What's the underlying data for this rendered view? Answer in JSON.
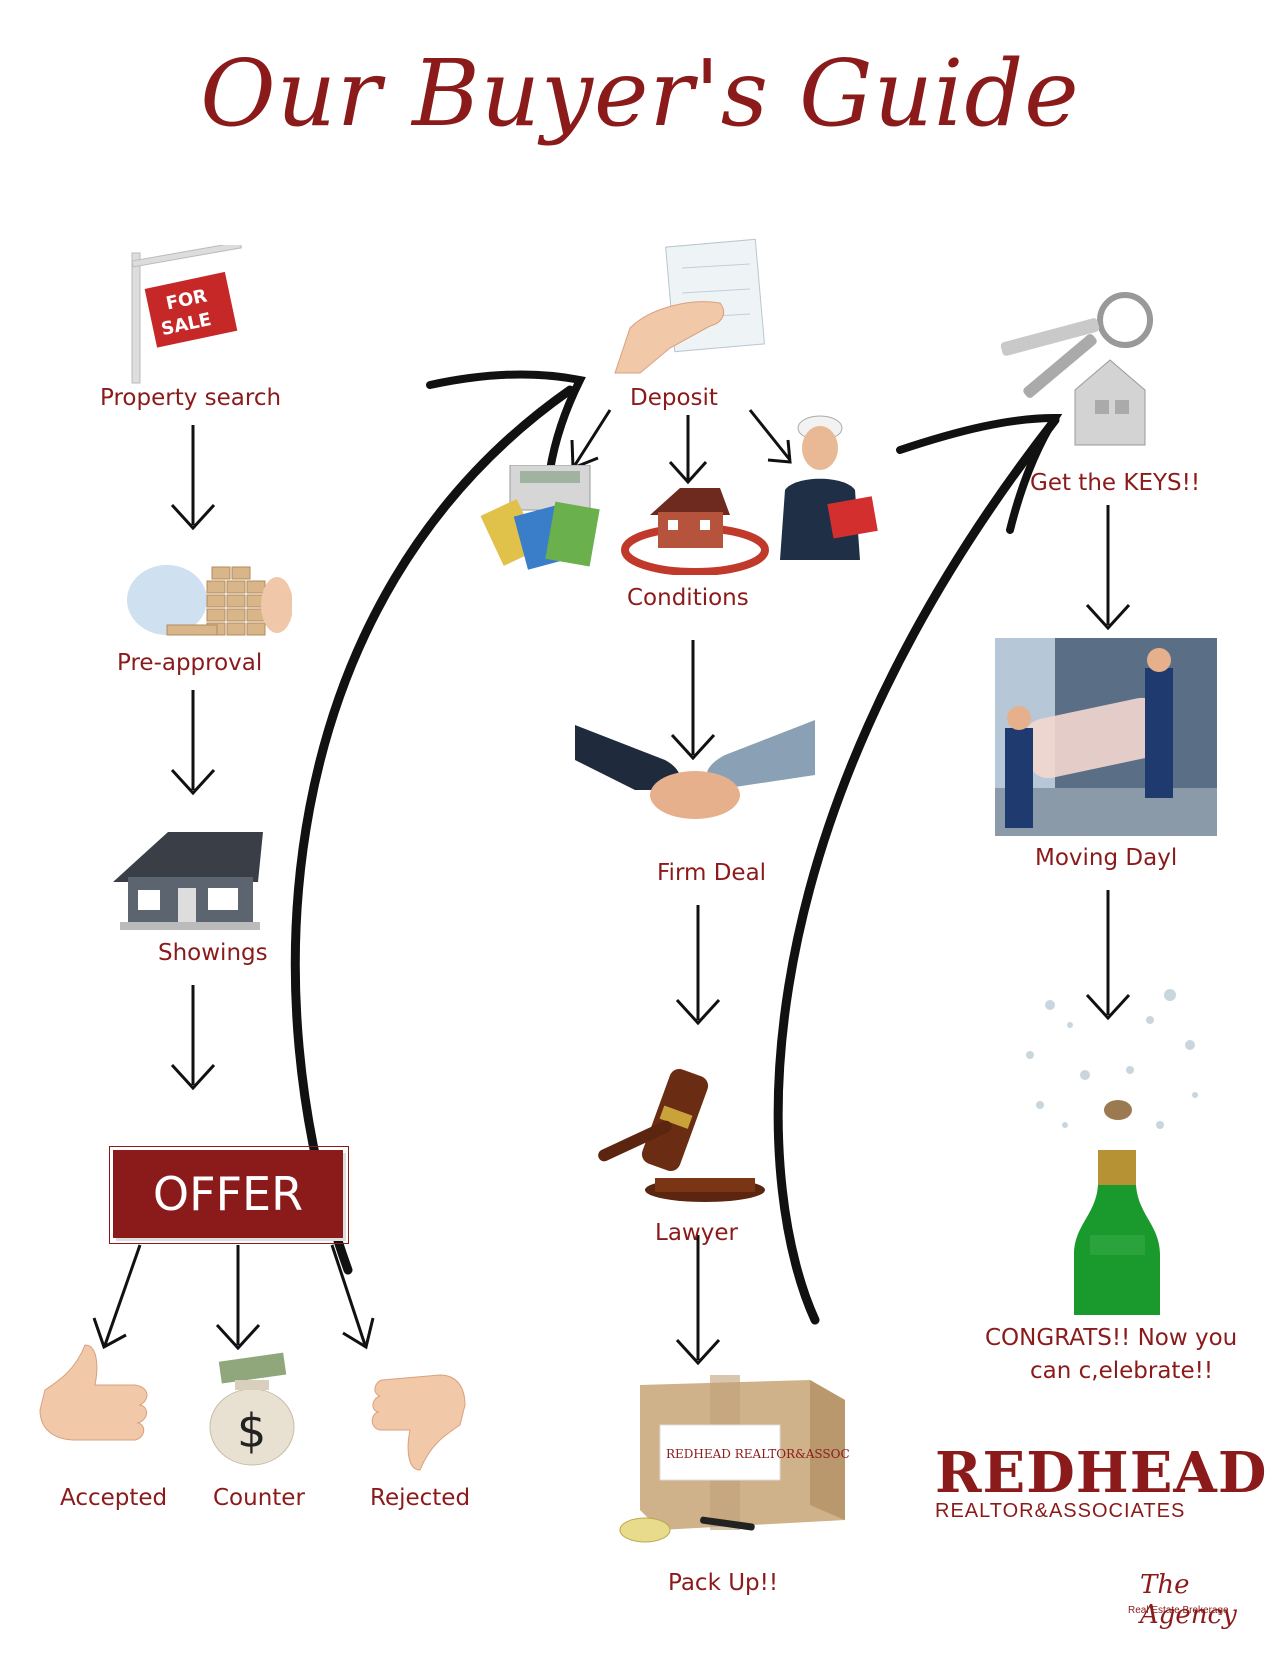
{
  "title": "Our Buyer's Guide",
  "steps": {
    "property_search": "Property search",
    "pre_approval": "Pre-approval",
    "showings": "Showings",
    "offer": "OFFER",
    "accepted": "Accepted",
    "counter": "Counter",
    "rejected": "Rejected",
    "deposit": "Deposit",
    "conditions": "Conditions",
    "firm_deal": "Firm Deal",
    "lawyer": "Lawyer",
    "pack_up": "Pack Up!!",
    "get_keys": "Get the KEYS!!",
    "moving_day": "Moving Dayl",
    "congrats_line1": "CONGRATS!! Now you",
    "congrats_line2": "can c,elebrate!!"
  },
  "sign": {
    "for": "FOR",
    "sale": "SALE"
  },
  "logo": {
    "main": "REDHEAD",
    "sub": "REALTOR&ASSOCIATES",
    "agency": "The Agency",
    "agency_sub": "Real Estate Brokerage"
  },
  "box_label": "REDHEAD REALTOR&ASSOCIATES",
  "icons": [
    "for-sale-sign-icon",
    "mortgage-blocks-icon",
    "house-icon",
    "thumbs-up-icon",
    "money-bag-icon",
    "thumbs-down-icon",
    "cheque-icon",
    "calculator-cash-icon",
    "house-lifebuoy-icon",
    "inspector-icon",
    "handshake-icon",
    "gavel-icon",
    "moving-box-icon",
    "keys-icon",
    "movers-icon",
    "champagne-icon"
  ],
  "colors": {
    "accent": "#8b1a1a"
  }
}
